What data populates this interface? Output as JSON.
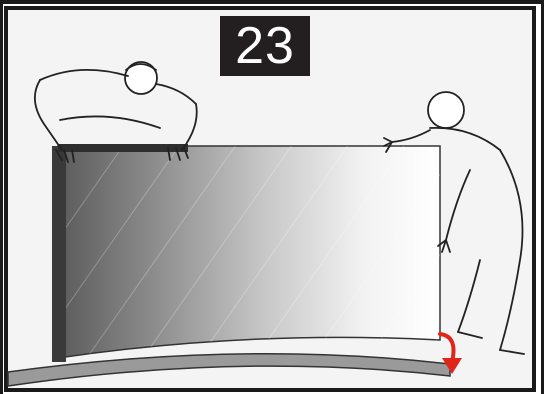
{
  "step": {
    "number": "23"
  },
  "illustration": {
    "figures": [
      "person-holding-top-edge",
      "person-holding-side-edge"
    ],
    "arrow_color": "#e0261b"
  }
}
